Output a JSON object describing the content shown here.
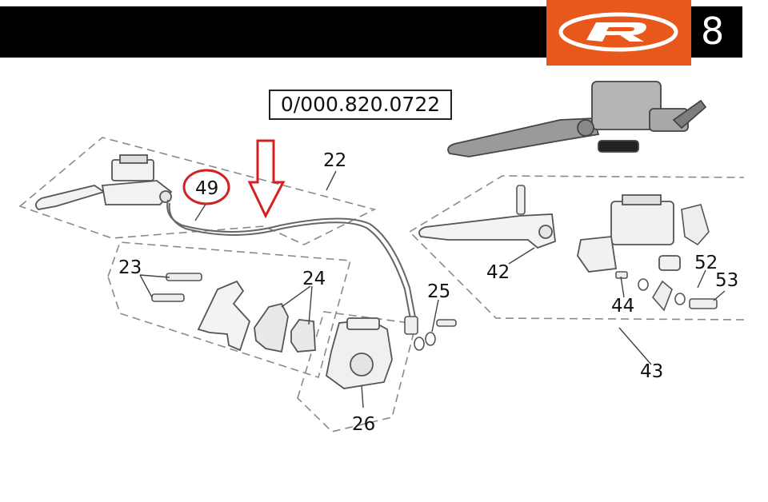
{
  "header": {
    "page_number": "8",
    "logo_letter": "R",
    "logo_color": "#e8571c"
  },
  "reference_code": "0/000.820.0722",
  "parts": {
    "p22": "22",
    "p23": "23",
    "p24": "24",
    "p25": "25",
    "p26": "26",
    "p42": "42",
    "p43": "43",
    "p44": "44",
    "p49": "49",
    "p52": "52",
    "p53": "53"
  },
  "highlight": {
    "circled_part": "49",
    "color": "#d42020",
    "arrow": "down-arrow"
  }
}
